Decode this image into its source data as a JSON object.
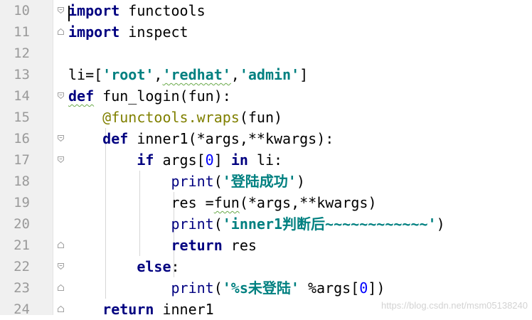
{
  "line_numbers": [
    "10",
    "11",
    "12",
    "13",
    "14",
    "15",
    "16",
    "17",
    "18",
    "19",
    "20",
    "21",
    "22",
    "23",
    "24"
  ],
  "code": [
    [
      {
        "t": "import",
        "c": "kw"
      },
      {
        "t": " functools"
      }
    ],
    [
      {
        "t": "import",
        "c": "kw"
      },
      {
        "t": " inspect"
      }
    ],
    [],
    [
      {
        "t": "li=["
      },
      {
        "t": "'root'",
        "c": "str"
      },
      {
        "t": ","
      },
      {
        "t": "'redhat'",
        "c": "str squiggle"
      },
      {
        "t": ","
      },
      {
        "t": "'admin'",
        "c": "str"
      },
      {
        "t": "]"
      }
    ],
    [
      {
        "t": "def",
        "c": "kw squiggle"
      },
      {
        "t": " fun_login(fun):"
      }
    ],
    [
      {
        "t": "    "
      },
      {
        "t": "@functools.wraps",
        "c": "deco"
      },
      {
        "t": "(fun)"
      }
    ],
    [
      {
        "t": "    "
      },
      {
        "t": "def",
        "c": "kw"
      },
      {
        "t": " inner1(*args,**kwargs):"
      }
    ],
    [
      {
        "t": "        "
      },
      {
        "t": "if",
        "c": "kw"
      },
      {
        "t": " args["
      },
      {
        "t": "0",
        "c": "num"
      },
      {
        "t": "] "
      },
      {
        "t": "in",
        "c": "kw"
      },
      {
        "t": " li:"
      }
    ],
    [
      {
        "t": "            "
      },
      {
        "t": "print",
        "c": "builtin"
      },
      {
        "t": "("
      },
      {
        "t": "'登陆成功'",
        "c": "str"
      },
      {
        "t": ")"
      }
    ],
    [
      {
        "t": "            res ="
      },
      {
        "t": "fun",
        "c": "squiggle"
      },
      {
        "t": "(*args,**kwargs)"
      }
    ],
    [
      {
        "t": "            "
      },
      {
        "t": "print",
        "c": "builtin"
      },
      {
        "t": "("
      },
      {
        "t": "'inner1判断后~~~~~~~~~~~~'",
        "c": "str"
      },
      {
        "t": ")"
      }
    ],
    [
      {
        "t": "            "
      },
      {
        "t": "return",
        "c": "kw"
      },
      {
        "t": " res"
      }
    ],
    [
      {
        "t": "        "
      },
      {
        "t": "else",
        "c": "kw"
      },
      {
        "t": ":"
      }
    ],
    [
      {
        "t": "            "
      },
      {
        "t": "print",
        "c": "builtin"
      },
      {
        "t": "("
      },
      {
        "t": "'%s未登陆'",
        "c": "str"
      },
      {
        "t": " %args["
      },
      {
        "t": "0",
        "c": "num"
      },
      {
        "t": "])"
      }
    ],
    [
      {
        "t": "    "
      },
      {
        "t": "return",
        "c": "kw"
      },
      {
        "t": " inner1"
      }
    ]
  ],
  "fold_markers": [
    "fold-open-icon",
    "fold-close-icon",
    "",
    "",
    "fold-open-icon",
    "",
    "fold-open-icon",
    "fold-open-icon",
    "",
    "",
    "",
    "fold-close-icon",
    "fold-open-icon",
    "fold-close-icon",
    "fold-close-icon"
  ],
  "watermark": "https://blog.csdn.net/msm05138240"
}
